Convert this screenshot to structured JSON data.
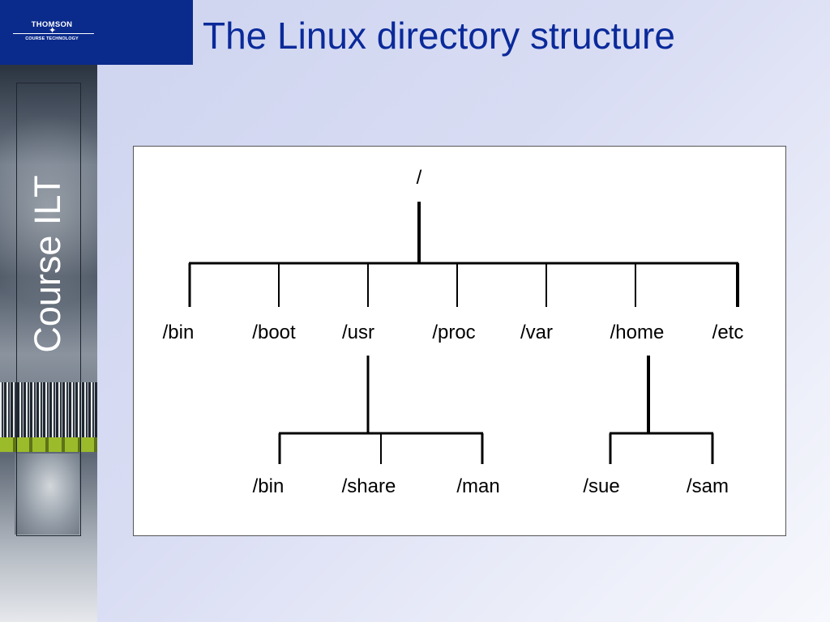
{
  "logo": {
    "line1": "THOMSON",
    "line2": "COURSE TECHNOLOGY"
  },
  "title": "The Linux directory structure",
  "sidebar": {
    "label": "Course ILT"
  },
  "tree": {
    "root": "/",
    "level1": [
      "/bin",
      "/boot",
      "/usr",
      "/proc",
      "/var",
      "/home",
      "/etc"
    ],
    "usr_children": [
      "/bin",
      "/share",
      "/man"
    ],
    "home_children": [
      "/sue",
      "/sam"
    ]
  },
  "colors": {
    "title": "#0a2a9a",
    "logo_bg": "#0a2a8c"
  }
}
